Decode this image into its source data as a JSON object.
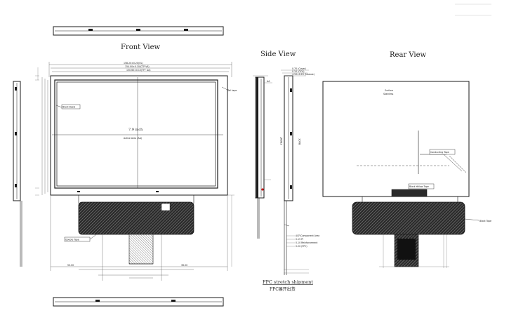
{
  "titles": {
    "front": "Front View",
    "side": "Side View",
    "rear": "Rear View"
  },
  "front": {
    "size_text": "7.9 inch",
    "size_sub": "Active Area (AA)",
    "bezel_label": "Black Bezel",
    "tail_tape": "Tail tape",
    "double_tape": "Double Tape",
    "dim_top_1": "158.20±0.20(OL)",
    "dim_top_2": "154.00±0.10(CTP VA)",
    "dim_top_3": "150.60±0.10(TFT AA)",
    "dim_bottom": "50.00",
    "dim_bottom_2": "36.00"
  },
  "side": {
    "front_label": "FRONT",
    "back_label": "BACK",
    "dim_1": "0.70 (Cover)",
    "dim_2": "0.10 (OCA)",
    "dim_3": "4.10±0.20 (Module)",
    "notes": [
      "ACF/Component Area",
      "0.15 PI",
      "0.10 Reinforcement",
      "0.20 (FPC)"
    ],
    "fpc_stretch": "FPC stretch shipment",
    "fpc_cn": "FPC展开出货"
  },
  "rear": {
    "surface": "Surface",
    "surface_sub": "Stainless",
    "tape_label": "Conducting Tape",
    "back_tape": "Black Yellow Tape",
    "note_right": "Black Tape"
  },
  "colors": {
    "line": "#1a1a1a",
    "hatch": "#3a3a3a",
    "dim": "#555555",
    "accent_red": "#cc1111"
  }
}
